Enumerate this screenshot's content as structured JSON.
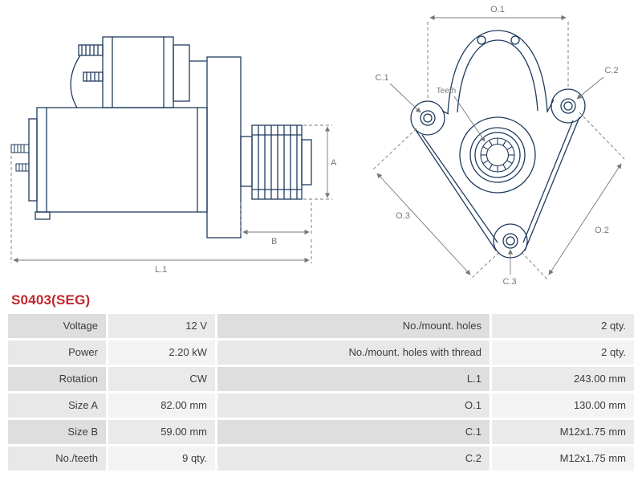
{
  "part_number": "S0403(SEG)",
  "colors": {
    "accent": "#c0272d",
    "drawing_line": "#1f3b5e",
    "dimension_line": "#777777"
  },
  "drawings": {
    "side_view": {
      "label_a": "A",
      "label_b": "B",
      "label_l1": "L.1"
    },
    "front_view": {
      "label_o1": "O.1",
      "label_o2": "O.2",
      "label_o3": "O.3",
      "label_c1": "C.1",
      "label_c2": "C.2",
      "label_c3": "C.3",
      "label_teeth": "Teeth"
    }
  },
  "spec_table": {
    "rows": [
      {
        "left_label": "Voltage",
        "left_value": "12 V",
        "right_label": "No./mount. holes",
        "right_value": "2 qty."
      },
      {
        "left_label": "Power",
        "left_value": "2.20 kW",
        "right_label": "No./mount. holes with thread",
        "right_value": "2 qty."
      },
      {
        "left_label": "Rotation",
        "left_value": "CW",
        "right_label": "L.1",
        "right_value": "243.00 mm"
      },
      {
        "left_label": "Size A",
        "left_value": "82.00 mm",
        "right_label": "O.1",
        "right_value": "130.00 mm"
      },
      {
        "left_label": "Size B",
        "left_value": "59.00 mm",
        "right_label": "C.1",
        "right_value": "M12x1.75 mm"
      },
      {
        "left_label": "No./teeth",
        "left_value": "9 qty.",
        "right_label": "C.2",
        "right_value": "M12x1.75 mm"
      }
    ]
  }
}
